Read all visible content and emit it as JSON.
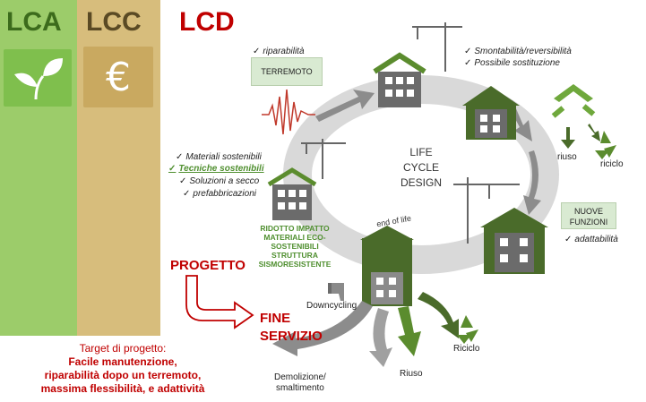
{
  "columns": {
    "lca": {
      "title": "LCA",
      "icon": "leaf-icon"
    },
    "lcc": {
      "title": "LCC",
      "icon": "euro-icon",
      "symbol": "€"
    },
    "lcd": {
      "title": "LCD"
    }
  },
  "center": {
    "line1": "LIFE",
    "line2": "CYCLE",
    "line3": "DESIGN"
  },
  "ring_label": "end of life",
  "callouts": {
    "terremoto": "TERREMOTO",
    "nuove_funzioni_1": "NUOVE",
    "nuove_funzioni_2": "FUNZIONI"
  },
  "notes": {
    "riparabilita": "riparabilità",
    "smontabilita": "Smontabilità/reversibilità",
    "sostituzione": "Possibile sostituzione",
    "adattabilita": "adattabilità",
    "materiali": "Materiali sostenibili",
    "tecniche": "Tecniche sostenibili",
    "soluzioni": "Soluzioni a secco",
    "prefabbricazioni": "prefabbricazioni"
  },
  "ridotto": {
    "l1": "RIDOTTO IMPATTO",
    "l2": "MATERIALI ECO-",
    "l3": "SOSTENIBILI",
    "l4": "STRUTTURA",
    "l5": "SISMORESISTENTE"
  },
  "top_right": {
    "riuso": "riuso",
    "riciclo": "riciclo"
  },
  "bottom": {
    "downcycling": "Downcycling",
    "riciclo": "Riciclo",
    "riuso": "Riuso",
    "demolizione_1": "Demolizione/",
    "demolizione_2": "smaltimento"
  },
  "flow": {
    "progetto": "PROGETTO",
    "fine_1": "FINE",
    "fine_2": "SERVIZIO"
  },
  "target": {
    "l1": "Target di progetto:",
    "l2": "Facile manutenzione,",
    "l3": "riparabilità dopo un terremoto,",
    "l4": "massima flessibilità, e adattività"
  },
  "colors": {
    "lca": "#9ccc6a",
    "lcc": "#d7bd7c",
    "red": "#c00000",
    "dark_green": "#4a6b2a",
    "grey": "#8a8a8a"
  }
}
